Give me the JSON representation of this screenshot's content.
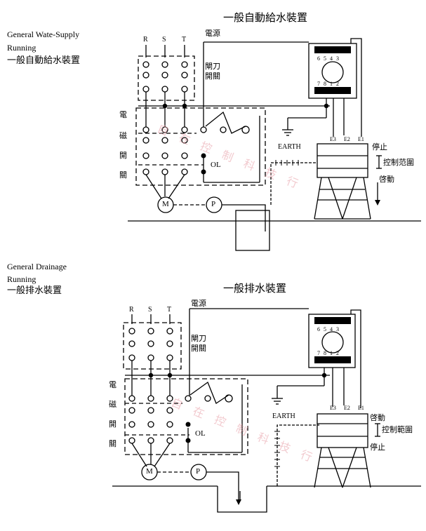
{
  "supply": {
    "caption_en_1": "General Wate-Supply",
    "caption_en_2": "Running",
    "caption_zh": "一般自動給水裝置",
    "title": "一般自動給水裝置",
    "phases": [
      "R",
      "S",
      "T"
    ],
    "power": "電源",
    "knife_switch": "閘刀\n開關",
    "contactor": [
      "電",
      "磁",
      "開",
      "關"
    ],
    "ol": "OL",
    "motor": "M",
    "pump": "P",
    "earth": "EARTH",
    "terminals_top": [
      "6",
      "5",
      "4",
      "3"
    ],
    "terminals_bottom": [
      "7",
      "8",
      "1",
      "2"
    ],
    "electrodes": [
      "E3",
      "E2",
      "E1"
    ],
    "stop": "停止",
    "control_range": "控制范圍",
    "start": "啓動"
  },
  "drain": {
    "caption_en_1": "General Drainage",
    "caption_en_2": "Running",
    "caption_zh": "一般排水裝置",
    "title": "一般排水裝置",
    "phases": [
      "R",
      "S",
      "T"
    ],
    "power": "電源",
    "knife_switch": "閘刀\n開關",
    "contactor": [
      "電",
      "磁",
      "開",
      "關"
    ],
    "ol": "OL",
    "motor": "M",
    "pump": "P",
    "earth": "EARTH",
    "terminals_top": [
      "6",
      "5",
      "4",
      "3"
    ],
    "terminals_bottom": [
      "7",
      "8",
      "1",
      "2"
    ],
    "electrodes": [
      "E3",
      "E2",
      "E1"
    ],
    "start": "啓動",
    "control_range": "控制範圍",
    "stop": "停止"
  },
  "watermark": "自 在 控 制 科 技 行"
}
